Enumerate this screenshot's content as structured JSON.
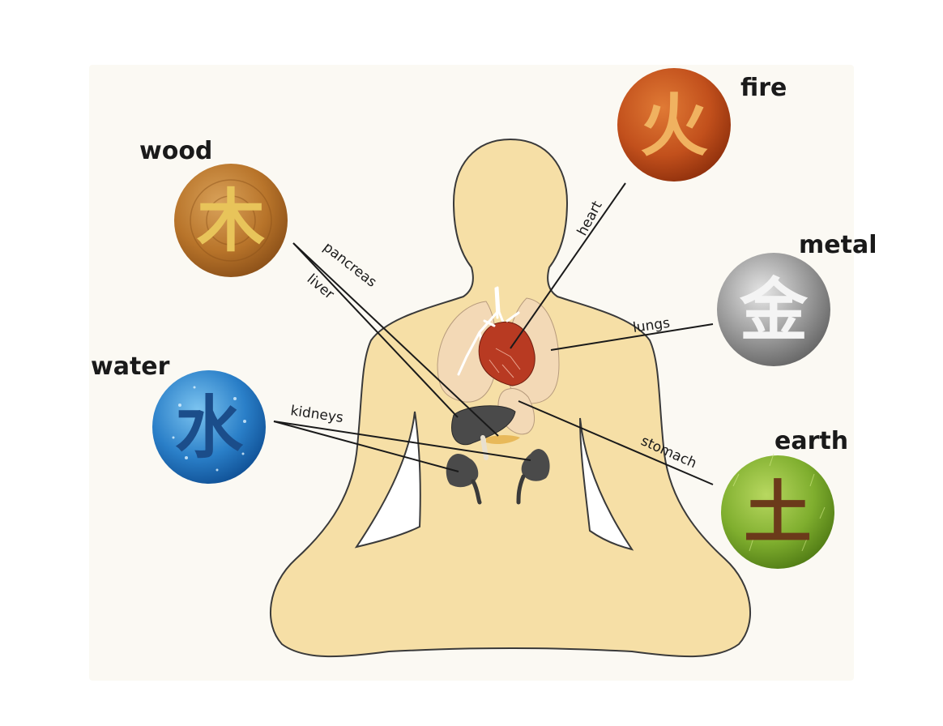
{
  "elements": {
    "wood": {
      "label": "wood",
      "glyph": "木",
      "colors": {
        "base": "#b8742a",
        "light": "#d9a25a",
        "dark": "#8a4f18",
        "glyph": "#e8c45a"
      }
    },
    "fire": {
      "label": "fire",
      "glyph": "火",
      "colors": {
        "base": "#c2501c",
        "light": "#e07a35",
        "dark": "#8e2f0c",
        "glyph": "#f0b260"
      }
    },
    "metal": {
      "label": "metal",
      "glyph": "金",
      "colors": {
        "base": "#9a9a9a",
        "light": "#e6e6e6",
        "dark": "#5a5a5a",
        "glyph": "#f4f4f4"
      }
    },
    "water": {
      "label": "water",
      "glyph": "水",
      "colors": {
        "base": "#2a7fc8",
        "light": "#7cc4f0",
        "dark": "#0f4f94",
        "glyph": "#1b4d8a"
      }
    },
    "earth": {
      "label": "earth",
      "glyph": "土",
      "colors": {
        "base": "#7fae2e",
        "light": "#b8d860",
        "dark": "#4f7a14",
        "glyph": "#6b3a1a"
      }
    }
  },
  "organs": {
    "heart": "heart",
    "lungs": "lungs",
    "pancreas": "pancreas",
    "liver": "liver",
    "kidneys": "kidneys",
    "stomach": "stomach"
  },
  "colors": {
    "body": "#f6dfa6",
    "body_outline": "#3a3a3a",
    "background_panel": "#fbf9f3",
    "heart": "#b83a22",
    "lungs": "#f3d9b6",
    "organ_dark": "#4a4a4a",
    "pancreas": "#e8b95a"
  }
}
